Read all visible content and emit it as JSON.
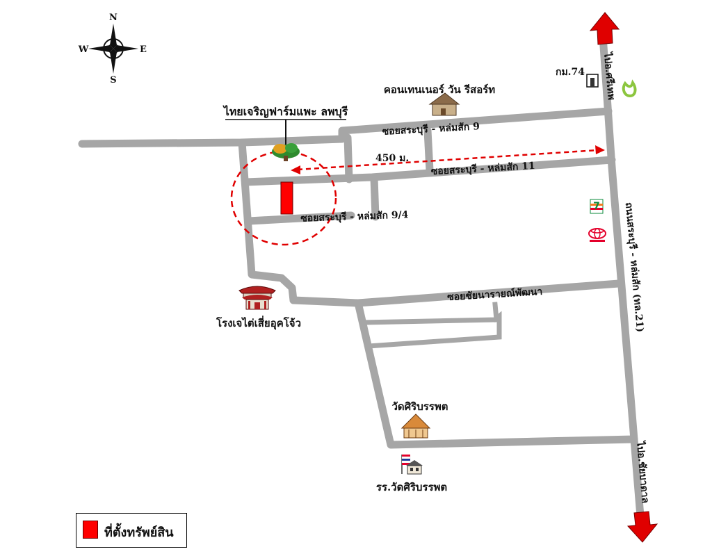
{
  "compass": {
    "north": "N",
    "south": "S",
    "east": "E",
    "west": "W"
  },
  "roads": {
    "soi_9": "ซอยสระบุรี - หล่มสัก 9",
    "soi_11": "ซอยสระบุรี - หล่มสัก 11",
    "soi_9_4": "ซอยสระบุรี - หล่มสัก 9/4",
    "soi_chainarai": "ซอยชัยนารายณ์พัฒนา",
    "highway": "ถนนสระบุรี - หล่มสัก (ทล.21)",
    "to_si_thep": "ไปอ.ศรีเทพ",
    "to_chai_badan": "ไปอ.ชัยบาดาล"
  },
  "landmarks": {
    "farm": "ไทยเจริญฟาร์มแพะ ลพบุรี",
    "resort": "คอนเทนเนอร์ วัน รีสอร์ท",
    "km_marker": "กม.74",
    "shrine": "โรงเจไต่เสี่ยอุคโจ้ว",
    "temple": "วัดศิริบรรพต",
    "school": "รร.วัดศิริบรรพต"
  },
  "distance": "450 ม.",
  "legend": {
    "property": "ที่ตั้งทรัพย์สิน"
  },
  "colors": {
    "road": "#a6a6a6",
    "property": "#ff0000",
    "arrow": "#e00000",
    "seven_eleven_green": "#0a8a3a",
    "seven_eleven_orange": "#f47b20",
    "toyota_red": "#e4002b",
    "ptt_green": "#8cc63f"
  },
  "icons": [
    "compass-rose-icon",
    "tree-icon",
    "house-icon",
    "km-post-icon",
    "ptt-logo-icon",
    "seven-eleven-logo-icon",
    "toyota-logo-icon",
    "chinese-shrine-icon",
    "temple-icon",
    "school-icon",
    "road-arrow-icon"
  ]
}
